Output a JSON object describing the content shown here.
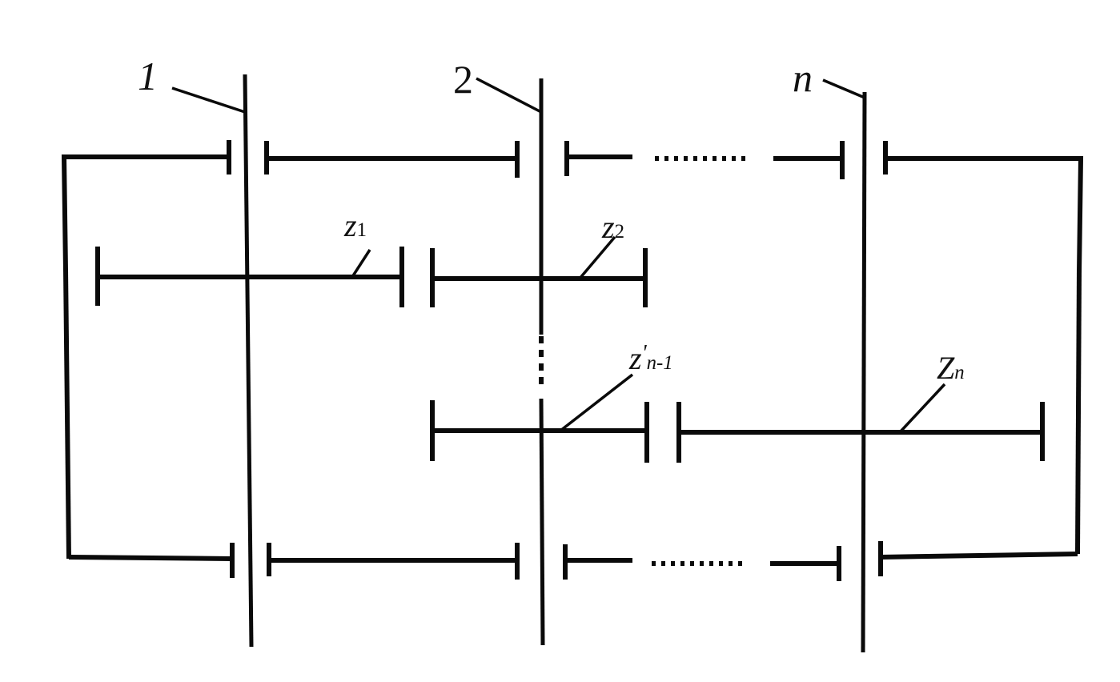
{
  "shafts": {
    "shaft_1": "1",
    "shaft_2": "2",
    "shaft_n": "n"
  },
  "gears": {
    "z1": {
      "letter": "z",
      "sub": "1"
    },
    "z2": {
      "letter": "z",
      "sub": "2"
    },
    "z_n_minus_1": {
      "letter": "z",
      "prime": "'",
      "sub": "n-1"
    },
    "zn": {
      "letter": "Z",
      "sub": "n"
    }
  }
}
